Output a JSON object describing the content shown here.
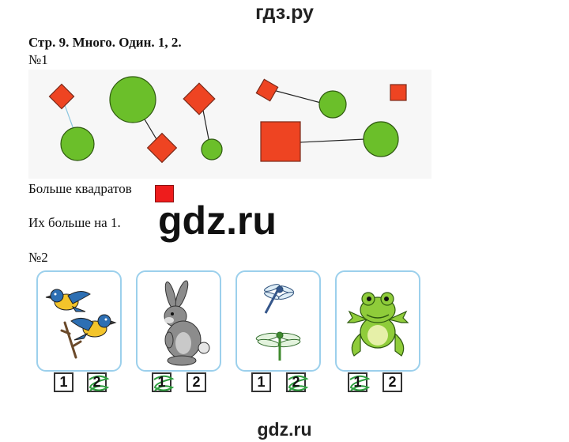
{
  "site": {
    "top_label": "гдз.ру",
    "watermark": "gdz.ru",
    "bottom_label": "gdz.ru"
  },
  "heading": "Стр. 9. Много. Один. 1, 2.",
  "task1": {
    "number": "№1",
    "answer_more": "Больше квадратов",
    "answer_by": "Их больше на 1.",
    "colors": {
      "square": "#ee4422",
      "circle": "#6bbf2a",
      "legend_square": "#ee1c1c"
    }
  },
  "task2": {
    "number": "№2",
    "cards": [
      {
        "picture": "birds",
        "boxes": [
          "1",
          "2"
        ],
        "selected": "2"
      },
      {
        "picture": "rabbit",
        "boxes": [
          "1",
          "2"
        ],
        "selected": "1"
      },
      {
        "picture": "dragonflies",
        "boxes": [
          "1",
          "2"
        ],
        "selected": "2"
      },
      {
        "picture": "frog",
        "boxes": [
          "1",
          "2"
        ],
        "selected": "1"
      }
    ],
    "colors": {
      "card_border": "#9cd0ec",
      "mark": "#2e9e3e"
    }
  }
}
